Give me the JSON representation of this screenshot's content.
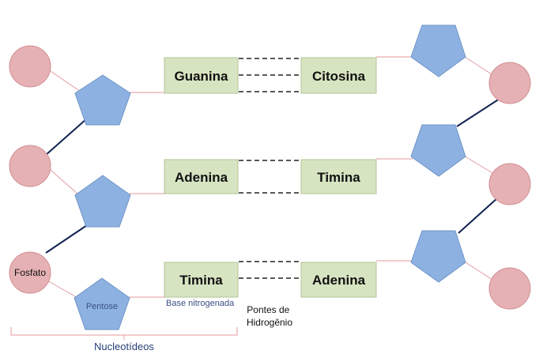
{
  "colors": {
    "phosphate_fill": "#e6b1b4",
    "phosphate_stroke": "#d08f93",
    "pentose_fill": "#8db2e2",
    "pentose_stroke": "#6f94c6",
    "base_fill": "#d7e4c2",
    "base_stroke": "#b2c495",
    "backbone": "#0f2250",
    "link": "#e39a9e",
    "hbond": "#222222",
    "bracket": "#e59a9e"
  },
  "left_strand": {
    "bases": [
      "Guanina",
      "Adenina",
      "Timina"
    ],
    "phosphate_label": "Fosfato",
    "pentose_label": "Pentose"
  },
  "right_strand": {
    "bases": [
      "Citosina",
      "Timina",
      "Adenina"
    ]
  },
  "labels": {
    "base": "Base nitrogenada",
    "hbonds": "Pontes de Hidrogênio",
    "nucleotide": "Nucleotídeos"
  }
}
